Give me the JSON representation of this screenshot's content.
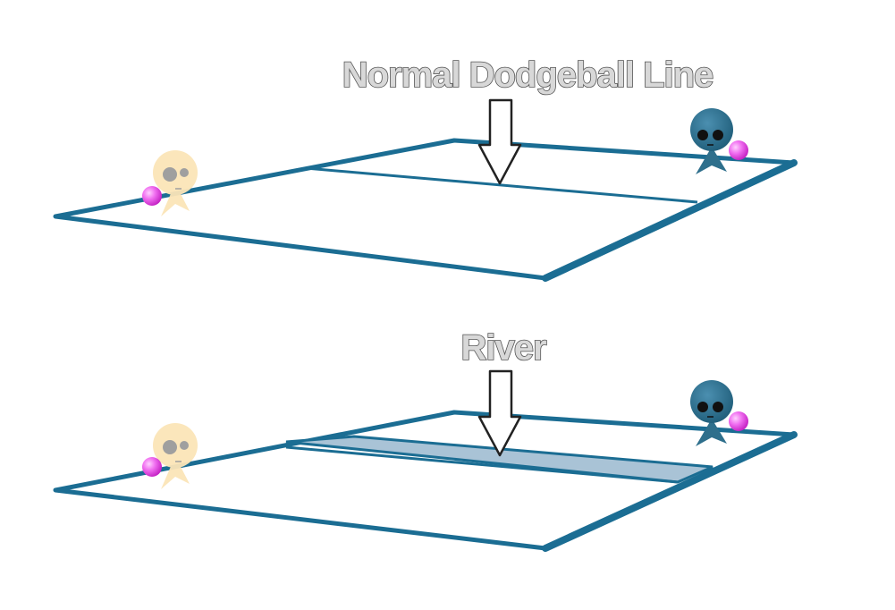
{
  "panels": [
    {
      "id": "top",
      "label": "Normal Dodgeball Line",
      "divider": "line",
      "colors": {
        "court_line": "#1b6d93",
        "river_fill": "#a9c3d6",
        "arrow_fill": "#ffffff",
        "arrow_stroke": "#222222",
        "left_player": "#fbe5b8",
        "right_player": "#2e6f8c",
        "ball": "#e03fe0"
      }
    },
    {
      "id": "bottom",
      "label": "River",
      "divider": "river",
      "colors": {
        "court_line": "#1b6d93",
        "river_fill": "#a9c3d6",
        "arrow_fill": "#ffffff",
        "arrow_stroke": "#222222",
        "left_player": "#fbe5b8",
        "right_player": "#2e6f8c",
        "ball": "#e03fe0"
      }
    }
  ],
  "icons": [
    "left-player-icon",
    "right-player-icon",
    "ball-icon",
    "down-arrow-icon"
  ]
}
